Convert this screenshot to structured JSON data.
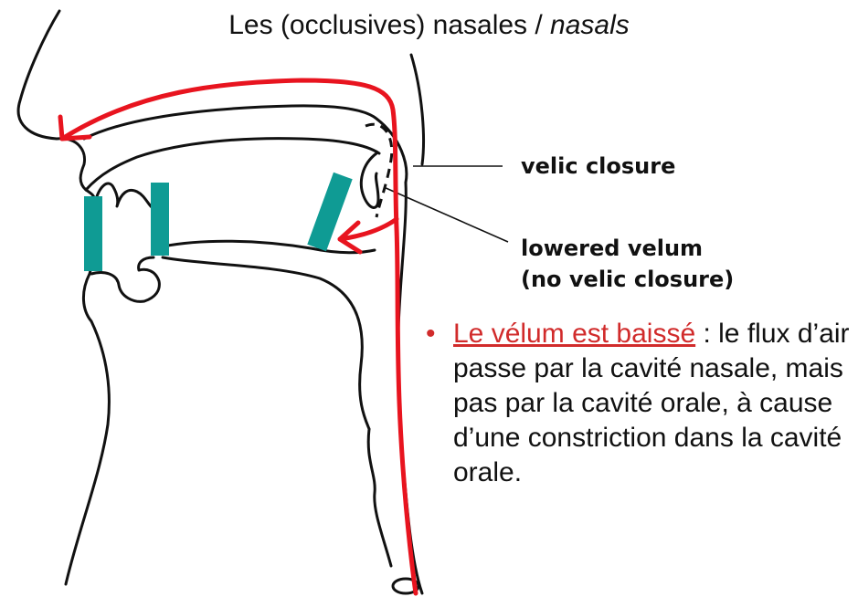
{
  "title": {
    "main": "Les (occlusives) nasales / ",
    "english": "nasals"
  },
  "labels": {
    "velic_closure": "velic closure",
    "lowered_velum": "lowered velum",
    "no_velic_closure": "(no velic closure)"
  },
  "bullet": {
    "marker": "•",
    "highlight": "Le vélum est baissé",
    "text": " : le flux d’air passe par la cavité nasale, mais pas par la cavité orale, à cause d’une constriction dans la cavité orale."
  },
  "colors": {
    "airflow": "#e8141f",
    "constriction_marks": "#0f9b94",
    "outline": "#111111",
    "bullet_highlight": "#d12b2b"
  }
}
